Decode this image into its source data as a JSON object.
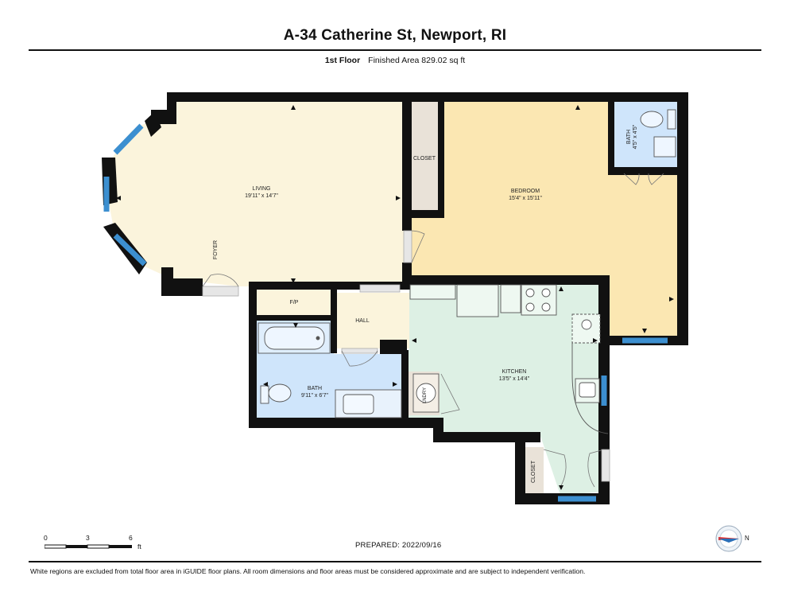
{
  "header": {
    "title": "A-34 Catherine St, Newport, RI",
    "floor": "1st Floor",
    "finished_area": "Finished Area 829.02 sq ft"
  },
  "rooms": {
    "living": {
      "name": "LIVING",
      "dims": "19'11\" x 14'7\""
    },
    "foyer": {
      "name": "FOYER"
    },
    "closet_bedroom": {
      "name": "CLOSET"
    },
    "bedroom": {
      "name": "BEDROOM",
      "dims": "15'4\" x 15'11\""
    },
    "bath_small": {
      "name": "BATH",
      "dims": "4'5\" x 4'5\""
    },
    "fp": {
      "name": "F/P"
    },
    "hall": {
      "name": "HALL"
    },
    "bath_main": {
      "name": "BATH",
      "dims": "9'11\" x 6'7\""
    },
    "kitchen": {
      "name": "KITCHEN",
      "dims": "13'5\" x 14'4\""
    },
    "laundry": {
      "name": "LNDRY"
    },
    "closet_kitchen": {
      "name": "CLOSET"
    }
  },
  "colors": {
    "living": "#fbf4dc",
    "bedroom": "#fbe7b2",
    "bath": "#cfe5fb",
    "kitchen": "#ddf0e4",
    "closet": "#e9e2d8",
    "window": "#3c8fd0",
    "wall": "#111111"
  },
  "scale": {
    "labels": [
      "0",
      "3",
      "6"
    ],
    "unit": "ft"
  },
  "prepared": "PREPARED:  2022/09/16",
  "compass": {
    "label": "N"
  },
  "footer": {
    "disclaimer": "White regions are excluded from total floor area in iGUIDE floor plans. All room dimensions and floor areas must be considered approximate and are subject to independent verification."
  }
}
